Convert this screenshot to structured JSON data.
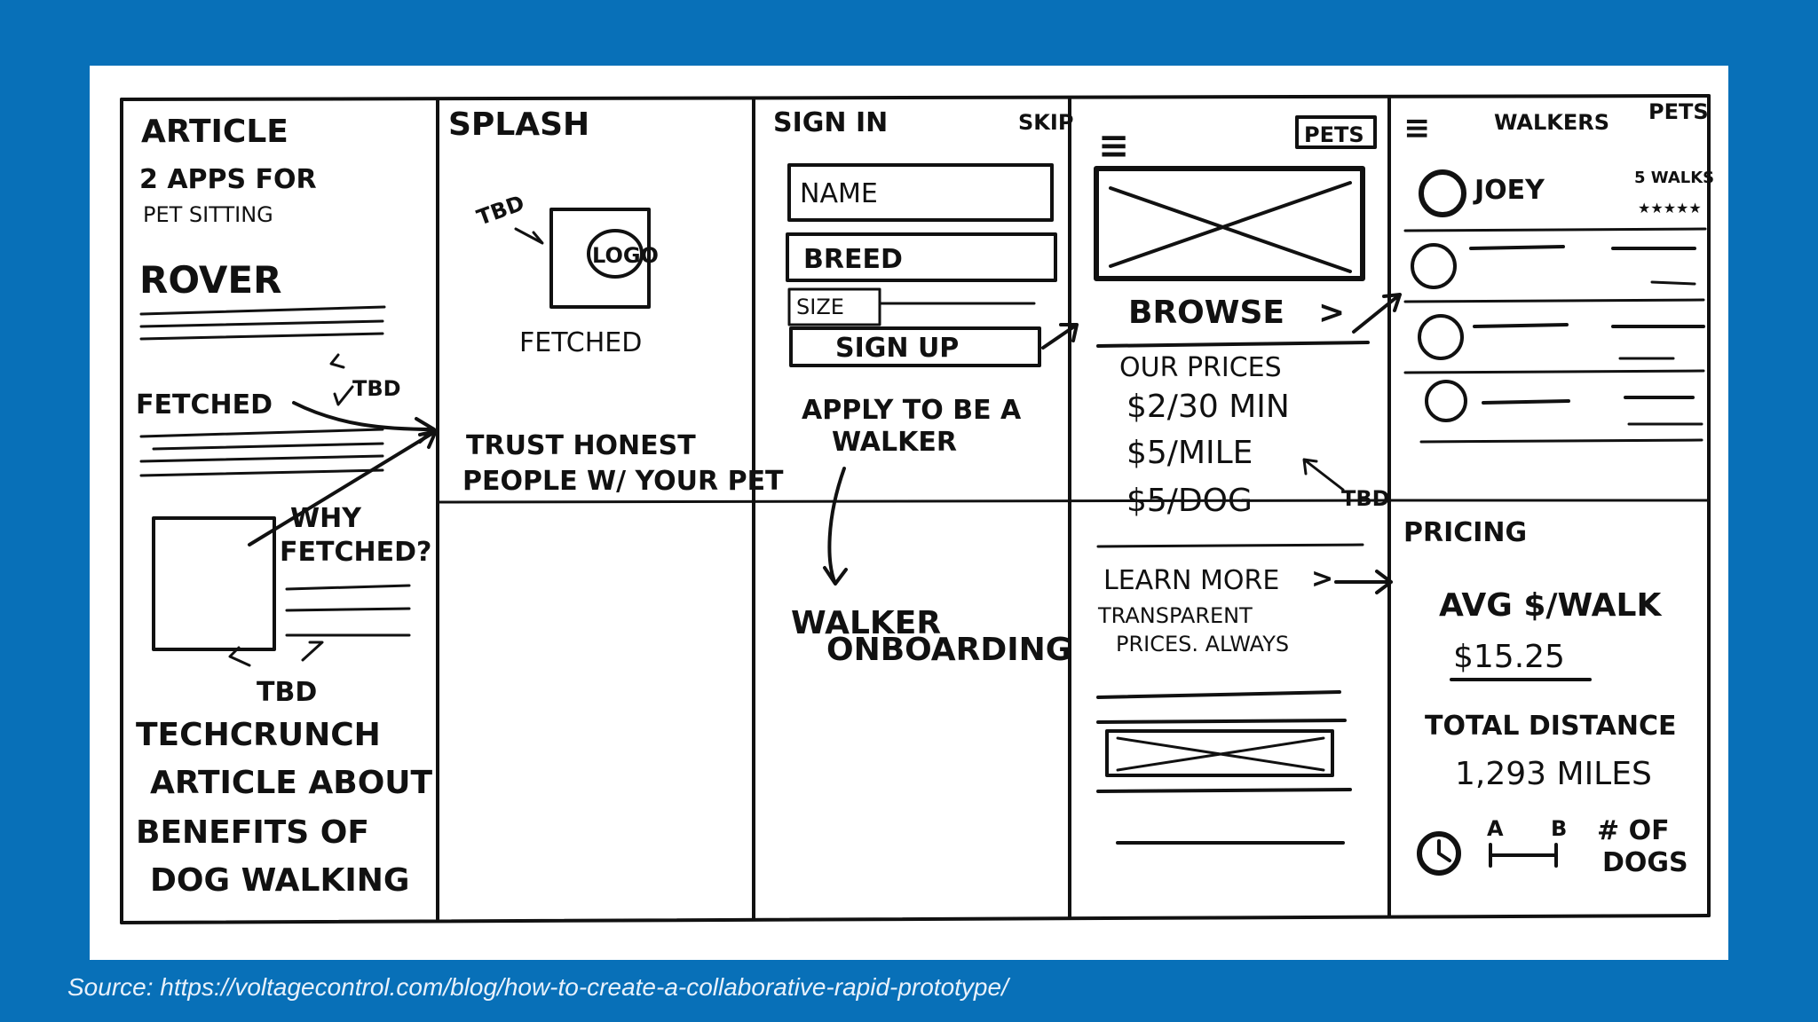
{
  "colors": {
    "background": "#0870b8",
    "paper": "#ffffff",
    "ink": "#111111"
  },
  "source": "Source: https://voltagecontrol.com/blog/how-to-create-a-collaborative-rapid-prototype/",
  "article": {
    "title": "ARTICLE",
    "subtitle1": "2 APPS FOR",
    "subtitle2": "PET SITTING",
    "rover": "ROVER",
    "fetched": "FETCHED",
    "tbd": "TBD",
    "why1": "WHY",
    "why2": "FETCHED?",
    "tbd2": "TBD",
    "tc1": "TECHCRUNCH",
    "tc2": "ARTICLE ABOUT",
    "tc3": "BENEFITS OF",
    "tc4": "DOG WALKING"
  },
  "splash": {
    "title": "SPLASH",
    "tbd": "TBD",
    "logo": "LOGO",
    "fetched": "FETCHED",
    "trust1": "TRUST HONEST",
    "trust2": "PEOPLE W/ YOUR PET"
  },
  "signin": {
    "title": "SIGN IN",
    "skip": "SKIP",
    "name": "NAME",
    "breed": "BREED",
    "size": "SIZE",
    "signup": "SIGN UP",
    "apply1": "APPLY TO BE A",
    "apply2": "WALKER",
    "onboard1": "WALKER",
    "onboard2": "ONBOARDING"
  },
  "browse": {
    "pets": "PETS",
    "browse": "BROWSE",
    "chev": ">",
    "prices": "OUR PRICES",
    "p1": "$2/30 MIN",
    "p2": "$5/MILE",
    "p3": "$5/DOG",
    "tbd": "TBD",
    "learn": "LEARN MORE",
    "learnchev": ">",
    "trans1": "TRANSPARENT",
    "trans2": "PRICES. ALWAYS"
  },
  "walkers": {
    "menu": "≡",
    "title": "WALKERS",
    "pets": "PETS",
    "joey": "JOEY",
    "walks": "5 WALKS",
    "stars": "★★★★★"
  },
  "pricing": {
    "title": "PRICING",
    "avg": "AVG $/WALK",
    "avgval": "$15.25",
    "dist": "TOTAL DISTANCE",
    "distval": "1,293 MILES",
    "a": "A",
    "b": "B",
    "dogs1": "# OF",
    "dogs2": "DOGS"
  }
}
